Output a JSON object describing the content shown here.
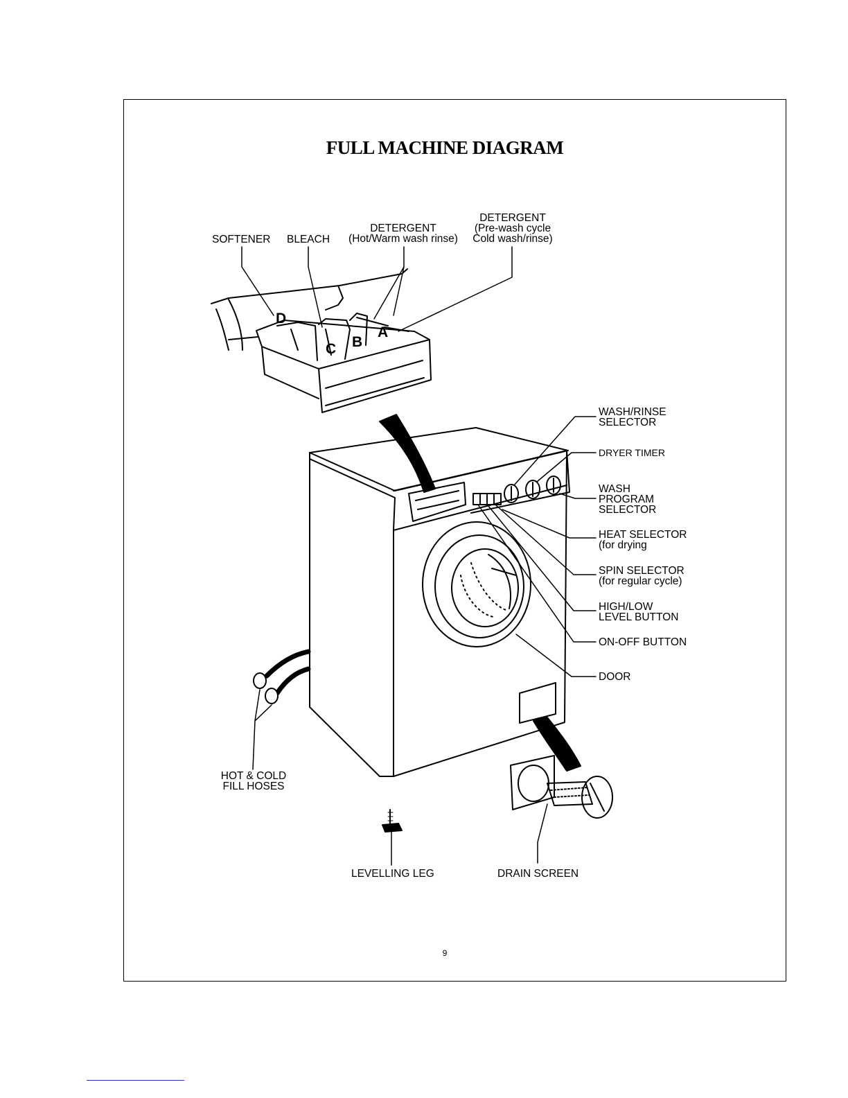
{
  "page": {
    "title": "FULL MACHINE DIAGRAM",
    "page_number": "9"
  },
  "dispenser": {
    "labels": {
      "softener": "SOFTENER",
      "bleach": "BLEACH",
      "detergent_main_1": "DETERGENT",
      "detergent_main_2": "(Hot/Warm wash rinse)",
      "detergent_pre_1": "DETERGENT",
      "detergent_pre_2": "(Pre-wash cycle",
      "detergent_pre_3": "Cold wash/rinse)"
    },
    "compartments": [
      "D",
      "C",
      "B",
      "A"
    ]
  },
  "controls": {
    "wash_rinse_1": "WASH/RINSE",
    "wash_rinse_2": "SELECTOR",
    "dryer_timer": "DRYER TIMER",
    "wash_program_1": "WASH",
    "wash_program_2": "PROGRAM",
    "wash_program_3": "SELECTOR",
    "heat_1": "HEAT SELECTOR",
    "heat_2": "(for drying",
    "spin_1": "SPIN SELECTOR",
    "spin_2": "(for regular cycle)",
    "highlow_1": "HIGH/LOW",
    "highlow_2": "LEVEL BUTTON",
    "onoff": "ON-OFF BUTTON",
    "door": "DOOR"
  },
  "parts": {
    "hoses_1": "HOT & COLD",
    "hoses_2": "FILL HOSES",
    "levelling_leg": "LEVELLING LEG",
    "drain_screen": "DRAIN SCREEN"
  }
}
